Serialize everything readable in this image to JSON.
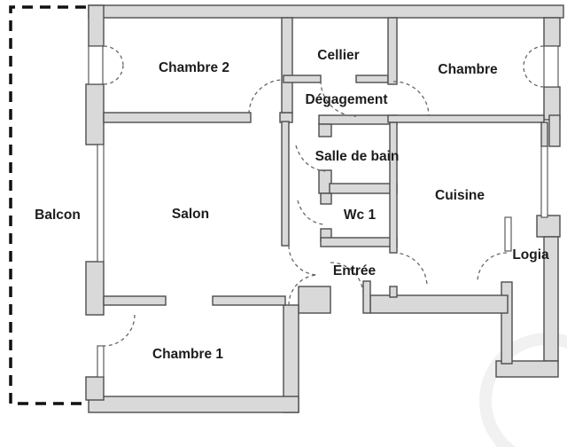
{
  "plan": {
    "type": "apartment-floor-plan",
    "labels": {
      "balcon": "Balcon",
      "chambre2": "Chambre 2",
      "cellier": "Cellier",
      "chambre": "Chambre",
      "degagement": "Dégagement",
      "salle_de_bain": "Salle de bain",
      "salon": "Salon",
      "wc1": "Wc 1",
      "cuisine": "Cuisine",
      "logia": "Logia",
      "entree": "Entrée",
      "chambre1": "Chambre 1"
    },
    "colors": {
      "wall_fill": "#d9d9d9",
      "wall_stroke": "#4d4d4d",
      "door_arc": "#666666",
      "label_text": "#1c1c1c",
      "balcony_outline": "#111111",
      "background": "#ffffff"
    }
  }
}
